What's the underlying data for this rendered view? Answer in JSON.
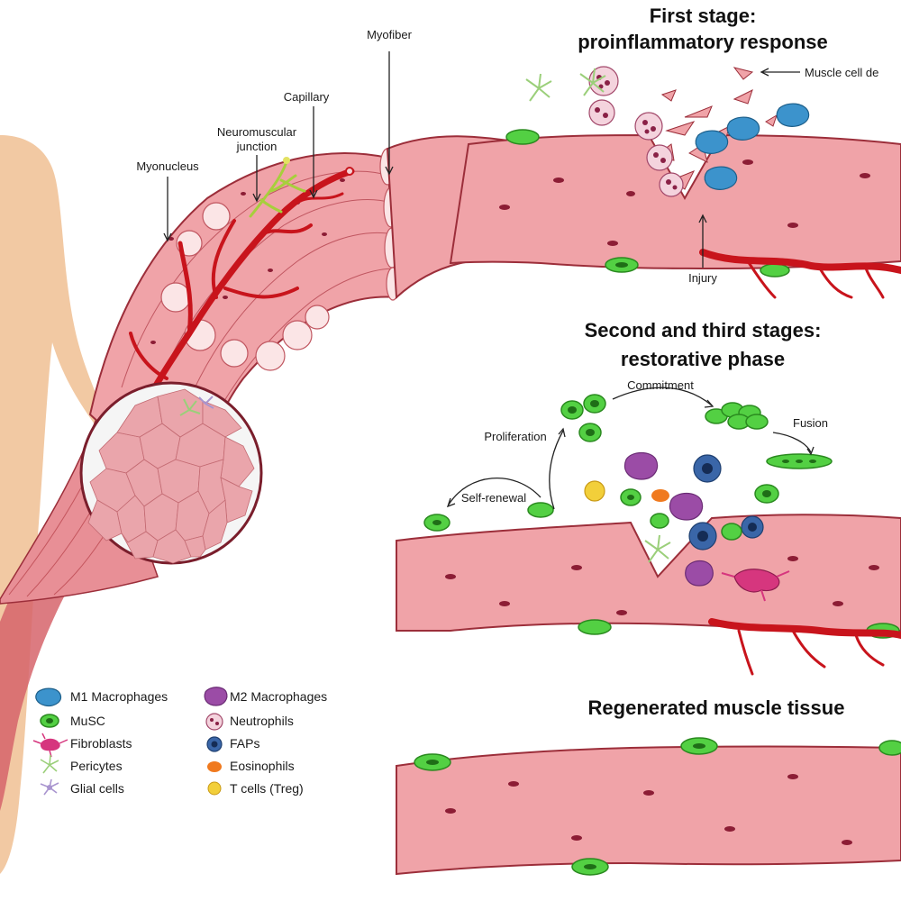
{
  "headings": {
    "stage1_line1": "First stage:",
    "stage1_line2": "proinflammatory response",
    "stage2_line1": "Second and third stages:",
    "stage2_line2": "restorative phase",
    "regenerated": "Regenerated muscle tissue"
  },
  "anatomy_labels": {
    "myofiber": "Myofiber",
    "capillary": "Capillary",
    "neuromuscular_line1": "Neuromuscular",
    "neuromuscular_line2": "junction",
    "myonucleus": "Myonucleus"
  },
  "stage1_labels": {
    "muscle_cell_debris": "Muscle cell de",
    "injury": "Injury"
  },
  "stage2_labels": {
    "commitment": "Commitment",
    "fusion": "Fusion",
    "proliferation": "Proliferation",
    "self_renewal": "Self-renewal"
  },
  "legend": {
    "left": [
      {
        "label": "M1 Macrophages",
        "icon": "m1-macrophage-icon",
        "color": "#3c93cc"
      },
      {
        "label": "MuSC",
        "icon": "musc-icon",
        "color": "#53d043"
      },
      {
        "label": "Fibroblasts",
        "icon": "fibroblast-icon",
        "color": "#d6367e"
      },
      {
        "label": "Pericytes",
        "icon": "pericyte-icon",
        "color": "#9bcf7a"
      },
      {
        "label": "Glial cells",
        "icon": "glial-cell-icon",
        "color": "#a995cf"
      }
    ],
    "right": [
      {
        "label": "M2 Macrophages",
        "icon": "m2-macrophage-icon",
        "color": "#9b4ca6"
      },
      {
        "label": "Neutrophils",
        "icon": "neutrophil-icon",
        "color": "#f4d3dd"
      },
      {
        "label": "FAPs",
        "icon": "fap-icon",
        "color": "#3a66a8"
      },
      {
        "label": "Eosinophils",
        "icon": "eosinophil-icon",
        "color": "#f07a1f"
      },
      {
        "label": "T cells (Treg)",
        "icon": "treg-icon",
        "color": "#f2cf3a"
      }
    ]
  },
  "colors": {
    "fiber": "#f0a3a8",
    "fiber_outline": "#9c2e3a",
    "skin": "#f2c9a3",
    "vessel": "#c8141c"
  }
}
